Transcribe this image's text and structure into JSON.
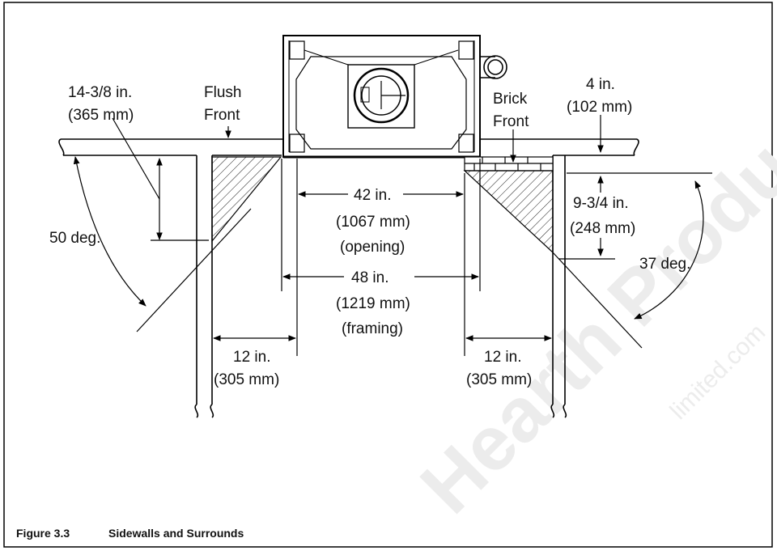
{
  "labels": {
    "top_setback_in": "14-3/8 in.",
    "top_setback_mm": "(365 mm)",
    "flush_front_1": "Flush",
    "flush_front_2": "Front",
    "brick_front_1": "Brick",
    "brick_front_2": "Front",
    "brick_depth_in": "4 in.",
    "brick_depth_mm": "(102 mm)",
    "opening_in": "42 in.",
    "opening_mm": "(1067 mm)",
    "opening_word": "(opening)",
    "framing_in": "48 in.",
    "framing_mm": "(1219 mm)",
    "framing_word": "(framing)",
    "left_angle": "50 deg.",
    "right_angle": "37 deg.",
    "right_setback_in": "9-3/4 in.",
    "right_setback_mm": "(248 mm)",
    "left_wall_in": "12 in.",
    "left_wall_mm": "(305 mm)",
    "right_wall_in": "12 in.",
    "right_wall_mm": "(305 mm)"
  },
  "caption": {
    "number": "Figure 3.3",
    "title": "Sidewalls and Surrounds"
  },
  "watermark": {
    "text": "Hearth Products",
    "url_text": "limited.com"
  }
}
